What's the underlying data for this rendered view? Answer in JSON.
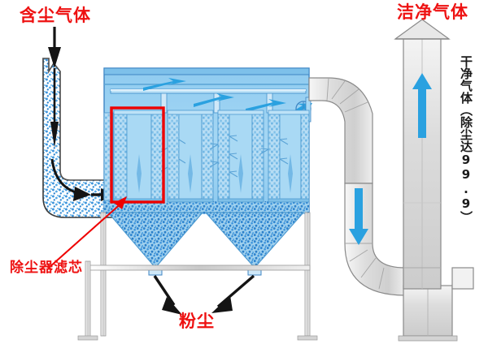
{
  "diagram": {
    "title": "Pulse-jet cartridge dust collector flow diagram",
    "labels": {
      "inlet": "含尘气体",
      "outlet": "洁净气体",
      "filter_cartridge": "除尘器滤芯",
      "dust": "粉尘",
      "clean_gas_vertical": "干净气体（除尘达99.9）"
    },
    "colors": {
      "label_red": "#ee1111",
      "highlight_box": "#ee0000",
      "body_blue": "#8ecbf0",
      "body_blue_light": "#b9e0f7",
      "dust_blue": "#3f90d6",
      "arrow_blue": "#29a3e0",
      "duct_gray": "#d8d8d8",
      "arrow_black": "#1a1a1a",
      "text_black": "#1a1a1a",
      "outline": "#2a6fa8"
    },
    "parts": {
      "inlet_duct": "dust-laden-gas-inlet-duct",
      "chamber": "filter-chamber",
      "cartridges_count": 5,
      "highlighted_cartridge_index": 1,
      "hoppers_count": 2,
      "outlet_duct": "clean-gas-outlet-duct",
      "fan": "blower-fan-unit",
      "stack": "exhaust-stack",
      "stack_cap": "rain-cap",
      "support_frame": "support-frame-legs",
      "pulse_manifold": "pulse-jet-air-manifold"
    }
  }
}
